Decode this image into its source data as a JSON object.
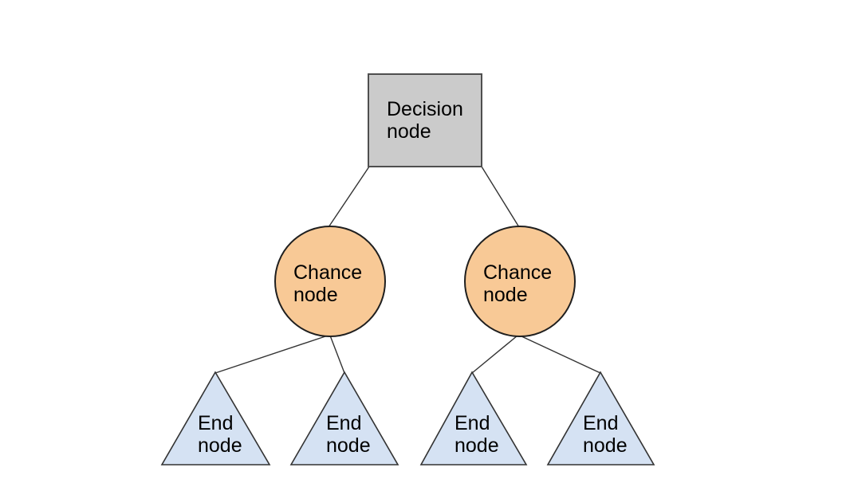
{
  "diagram": {
    "type": "decision-tree",
    "background_color": "#ffffff",
    "colors": {
      "decision_fill": "#cbcbcb",
      "decision_stroke": "#4f4f4f",
      "chance_fill": "#f8c996",
      "chance_stroke": "#1f1f1f",
      "end_fill": "#d5e2f3",
      "end_stroke": "#333333",
      "edge": "#333333",
      "text": "#000000"
    },
    "decision_node": {
      "line1": "Decision",
      "line2": "node"
    },
    "chance_nodes": [
      {
        "line1": "Chance",
        "line2": "node"
      },
      {
        "line1": "Chance",
        "line2": "node"
      }
    ],
    "end_nodes": [
      {
        "line1": "End",
        "line2": "node"
      },
      {
        "line1": "End",
        "line2": "node"
      },
      {
        "line1": "End",
        "line2": "node"
      },
      {
        "line1": "End",
        "line2": "node"
      }
    ]
  }
}
